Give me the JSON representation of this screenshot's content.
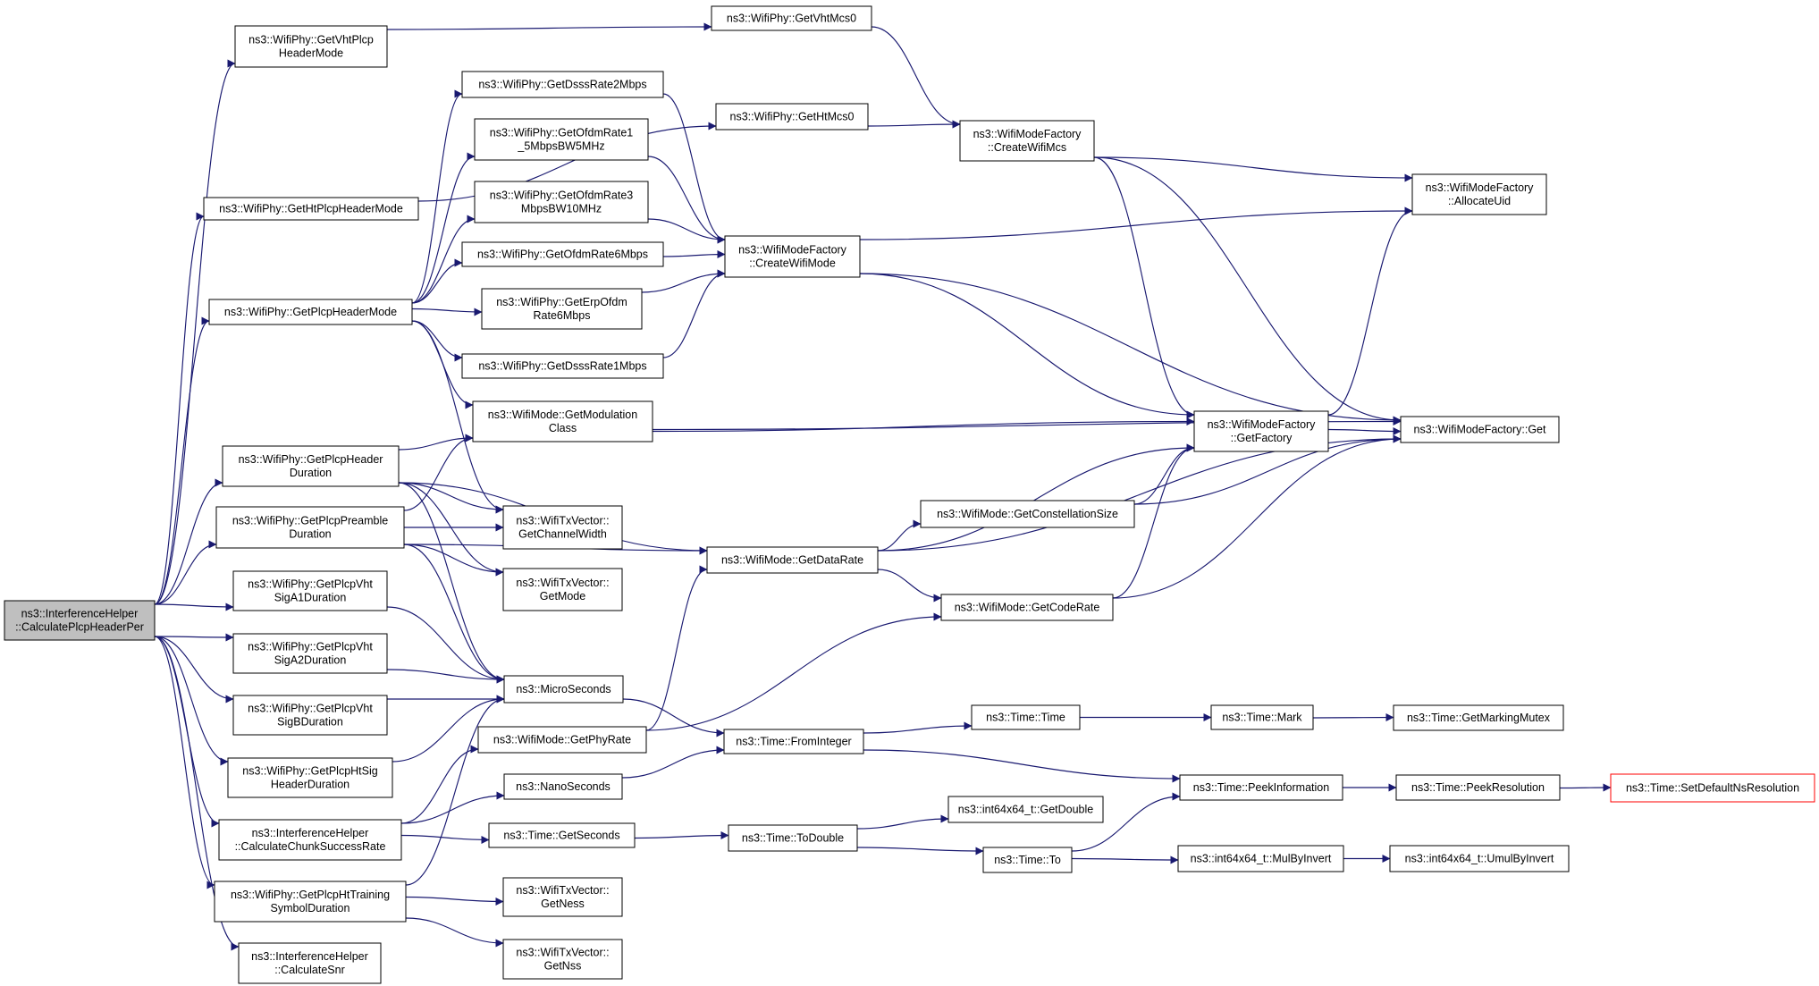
{
  "colors": {
    "edge": "#191970",
    "root_fill": "#bfbfbf",
    "truncated_border": "#ff0000"
  },
  "nodes": [
    {
      "id": "root",
      "lines": [
        "ns3::InterferenceHelper",
        "::CalculatePlcpHeaderPer"
      ],
      "style": "root"
    },
    {
      "id": "getVhtPlcpHeaderMode",
      "lines": [
        "ns3::WifiPhy::GetVhtPlcp",
        "HeaderMode"
      ]
    },
    {
      "id": "getHtPlcpHeaderMode",
      "lines": [
        "ns3::WifiPhy::GetHtPlcpHeaderMode"
      ]
    },
    {
      "id": "getPlcpHeaderMode",
      "lines": [
        "ns3::WifiPhy::GetPlcpHeaderMode"
      ]
    },
    {
      "id": "getPlcpHeaderDuration",
      "lines": [
        "ns3::WifiPhy::GetPlcpHeader",
        "Duration"
      ]
    },
    {
      "id": "getPlcpPreambleDuration",
      "lines": [
        "ns3::WifiPhy::GetPlcpPreamble",
        "Duration"
      ]
    },
    {
      "id": "getPlcpVhtSigA1",
      "lines": [
        "ns3::WifiPhy::GetPlcpVht",
        "SigA1Duration"
      ]
    },
    {
      "id": "getPlcpVhtSigA2",
      "lines": [
        "ns3::WifiPhy::GetPlcpVht",
        "SigA2Duration"
      ]
    },
    {
      "id": "getPlcpVhtSigB",
      "lines": [
        "ns3::WifiPhy::GetPlcpVht",
        "SigBDuration"
      ]
    },
    {
      "id": "getPlcpHtSig",
      "lines": [
        "ns3::WifiPhy::GetPlcpHtSig",
        "HeaderDuration"
      ]
    },
    {
      "id": "calcChunk",
      "lines": [
        "ns3::InterferenceHelper",
        "::CalculateChunkSuccessRate"
      ]
    },
    {
      "id": "getPlcpHtTraining",
      "lines": [
        "ns3::WifiPhy::GetPlcpHtTraining",
        "SymbolDuration"
      ]
    },
    {
      "id": "calcSnr",
      "lines": [
        "ns3::InterferenceHelper",
        "::CalculateSnr"
      ]
    },
    {
      "id": "getDsss2",
      "lines": [
        "ns3::WifiPhy::GetDsssRate2Mbps"
      ]
    },
    {
      "id": "getOfdm1_5",
      "lines": [
        "ns3::WifiPhy::GetOfdmRate1",
        "_5MbpsBW5MHz"
      ]
    },
    {
      "id": "getOfdm3",
      "lines": [
        "ns3::WifiPhy::GetOfdmRate3",
        "MbpsBW10MHz"
      ]
    },
    {
      "id": "getOfdm6",
      "lines": [
        "ns3::WifiPhy::GetOfdmRate6Mbps"
      ]
    },
    {
      "id": "getErpOfdm6",
      "lines": [
        "ns3::WifiPhy::GetErpOfdm",
        "Rate6Mbps"
      ]
    },
    {
      "id": "getDsss1",
      "lines": [
        "ns3::WifiPhy::GetDsssRate1Mbps"
      ]
    },
    {
      "id": "getModulationClass",
      "lines": [
        "ns3::WifiMode::GetModulation",
        "Class"
      ]
    },
    {
      "id": "getChannelWidth",
      "lines": [
        "ns3::WifiTxVector::",
        "GetChannelWidth"
      ]
    },
    {
      "id": "txGetMode",
      "lines": [
        "ns3::WifiTxVector::",
        "GetMode"
      ]
    },
    {
      "id": "microSeconds",
      "lines": [
        "ns3::MicroSeconds"
      ]
    },
    {
      "id": "getPhyRate",
      "lines": [
        "ns3::WifiMode::GetPhyRate"
      ]
    },
    {
      "id": "nanoSeconds",
      "lines": [
        "ns3::NanoSeconds"
      ]
    },
    {
      "id": "timeGetSeconds",
      "lines": [
        "ns3::Time::GetSeconds"
      ]
    },
    {
      "id": "getNess",
      "lines": [
        "ns3::WifiTxVector::",
        "GetNess"
      ]
    },
    {
      "id": "getNss",
      "lines": [
        "ns3::WifiTxVector::",
        "GetNss"
      ]
    },
    {
      "id": "getVhtMcs0",
      "lines": [
        "ns3::WifiPhy::GetVhtMcs0"
      ]
    },
    {
      "id": "getHtMcs0",
      "lines": [
        "ns3::WifiPhy::GetHtMcs0"
      ]
    },
    {
      "id": "createWifiMode",
      "lines": [
        "ns3::WifiModeFactory",
        "::CreateWifiMode"
      ]
    },
    {
      "id": "getDataRate",
      "lines": [
        "ns3::WifiMode::GetDataRate"
      ]
    },
    {
      "id": "fromInteger",
      "lines": [
        "ns3::Time::FromInteger"
      ]
    },
    {
      "id": "toDouble",
      "lines": [
        "ns3::Time::ToDouble"
      ]
    },
    {
      "id": "createWifiMcs",
      "lines": [
        "ns3::WifiModeFactory",
        "::CreateWifiMcs"
      ]
    },
    {
      "id": "getConstellationSize",
      "lines": [
        "ns3::WifiMode::GetConstellationSize"
      ]
    },
    {
      "id": "getCodeRate",
      "lines": [
        "ns3::WifiMode::GetCodeRate"
      ]
    },
    {
      "id": "timeTime",
      "lines": [
        "ns3::Time::Time"
      ]
    },
    {
      "id": "getDoubleI64",
      "lines": [
        "ns3::int64x64_t::GetDouble"
      ]
    },
    {
      "id": "timeTo",
      "lines": [
        "ns3::Time::To"
      ]
    },
    {
      "id": "getFactory",
      "lines": [
        "ns3::WifiModeFactory",
        "::GetFactory"
      ]
    },
    {
      "id": "timeMark",
      "lines": [
        "ns3::Time::Mark"
      ]
    },
    {
      "id": "peekInformation",
      "lines": [
        "ns3::Time::PeekInformation"
      ]
    },
    {
      "id": "mulByInvert",
      "lines": [
        "ns3::int64x64_t::MulByInvert"
      ]
    },
    {
      "id": "allocateUid",
      "lines": [
        "ns3::WifiModeFactory",
        "::AllocateUid"
      ]
    },
    {
      "id": "factoryGet",
      "lines": [
        "ns3::WifiModeFactory::Get"
      ]
    },
    {
      "id": "getMarkingMutex",
      "lines": [
        "ns3::Time::GetMarkingMutex"
      ]
    },
    {
      "id": "peekResolution",
      "lines": [
        "ns3::Time::PeekResolution"
      ]
    },
    {
      "id": "umulByInvert",
      "lines": [
        "ns3::int64x64_t::UmulByInvert"
      ]
    },
    {
      "id": "setDefaultNsResolution",
      "lines": [
        "ns3::Time::SetDefaultNsResolution"
      ],
      "style": "trunc"
    }
  ],
  "edges": [
    [
      "root",
      "getVhtPlcpHeaderMode"
    ],
    [
      "root",
      "getHtPlcpHeaderMode"
    ],
    [
      "root",
      "getPlcpHeaderMode"
    ],
    [
      "root",
      "getPlcpHeaderDuration"
    ],
    [
      "root",
      "getPlcpPreambleDuration"
    ],
    [
      "root",
      "getPlcpVhtSigA1"
    ],
    [
      "root",
      "getPlcpVhtSigA2"
    ],
    [
      "root",
      "getPlcpVhtSigB"
    ],
    [
      "root",
      "getPlcpHtSig"
    ],
    [
      "root",
      "calcChunk"
    ],
    [
      "root",
      "getPlcpHtTraining"
    ],
    [
      "root",
      "calcSnr"
    ],
    [
      "getVhtPlcpHeaderMode",
      "getVhtMcs0"
    ],
    [
      "getHtPlcpHeaderMode",
      "getHtMcs0"
    ],
    [
      "getPlcpHeaderMode",
      "getDsss2"
    ],
    [
      "getPlcpHeaderMode",
      "getOfdm1_5"
    ],
    [
      "getPlcpHeaderMode",
      "getOfdm3"
    ],
    [
      "getPlcpHeaderMode",
      "getOfdm6"
    ],
    [
      "getPlcpHeaderMode",
      "getErpOfdm6"
    ],
    [
      "getPlcpHeaderMode",
      "getDsss1"
    ],
    [
      "getPlcpHeaderMode",
      "getModulationClass"
    ],
    [
      "getPlcpHeaderMode",
      "getChannelWidth"
    ],
    [
      "getPlcpHeaderDuration",
      "getModulationClass"
    ],
    [
      "getPlcpHeaderDuration",
      "getChannelWidth"
    ],
    [
      "getPlcpHeaderDuration",
      "txGetMode"
    ],
    [
      "getPlcpHeaderDuration",
      "microSeconds"
    ],
    [
      "getPlcpHeaderDuration",
      "getDataRate"
    ],
    [
      "getPlcpPreambleDuration",
      "getModulationClass"
    ],
    [
      "getPlcpPreambleDuration",
      "getChannelWidth"
    ],
    [
      "getPlcpPreambleDuration",
      "txGetMode"
    ],
    [
      "getPlcpPreambleDuration",
      "microSeconds"
    ],
    [
      "getPlcpPreambleDuration",
      "getDataRate"
    ],
    [
      "getPlcpVhtSigA1",
      "microSeconds"
    ],
    [
      "getPlcpVhtSigA2",
      "microSeconds"
    ],
    [
      "getPlcpVhtSigB",
      "microSeconds"
    ],
    [
      "getPlcpHtSig",
      "microSeconds"
    ],
    [
      "calcChunk",
      "getPhyRate"
    ],
    [
      "calcChunk",
      "nanoSeconds"
    ],
    [
      "calcChunk",
      "timeGetSeconds"
    ],
    [
      "getPlcpHtTraining",
      "microSeconds"
    ],
    [
      "getPlcpHtTraining",
      "getNess"
    ],
    [
      "getPlcpHtTraining",
      "getNss"
    ],
    [
      "getDsss2",
      "createWifiMode"
    ],
    [
      "getOfdm1_5",
      "createWifiMode"
    ],
    [
      "getOfdm3",
      "createWifiMode"
    ],
    [
      "getOfdm6",
      "createWifiMode"
    ],
    [
      "getErpOfdm6",
      "createWifiMode"
    ],
    [
      "getDsss1",
      "createWifiMode"
    ],
    [
      "getModulationClass",
      "getFactory"
    ],
    [
      "getModulationClass",
      "factoryGet"
    ],
    [
      "microSeconds",
      "fromInteger"
    ],
    [
      "nanoSeconds",
      "fromInteger"
    ],
    [
      "getPhyRate",
      "getDataRate"
    ],
    [
      "getPhyRate",
      "getCodeRate"
    ],
    [
      "timeGetSeconds",
      "toDouble"
    ],
    [
      "getVhtMcs0",
      "createWifiMcs"
    ],
    [
      "getHtMcs0",
      "createWifiMcs"
    ],
    [
      "createWifiMode",
      "allocateUid"
    ],
    [
      "createWifiMode",
      "getFactory"
    ],
    [
      "createWifiMode",
      "factoryGet"
    ],
    [
      "createWifiMcs",
      "allocateUid"
    ],
    [
      "createWifiMcs",
      "getFactory"
    ],
    [
      "createWifiMcs",
      "factoryGet"
    ],
    [
      "getDataRate",
      "getFactory"
    ],
    [
      "getDataRate",
      "getConstellationSize"
    ],
    [
      "getDataRate",
      "getCodeRate"
    ],
    [
      "getDataRate",
      "factoryGet"
    ],
    [
      "getConstellationSize",
      "getFactory"
    ],
    [
      "getConstellationSize",
      "factoryGet"
    ],
    [
      "getCodeRate",
      "getFactory"
    ],
    [
      "getCodeRate",
      "factoryGet"
    ],
    [
      "fromInteger",
      "timeTime"
    ],
    [
      "fromInteger",
      "peekInformation"
    ],
    [
      "toDouble",
      "getDoubleI64"
    ],
    [
      "toDouble",
      "timeTo"
    ],
    [
      "timeTo",
      "peekInformation"
    ],
    [
      "timeTo",
      "mulByInvert"
    ],
    [
      "getFactory",
      "allocateUid"
    ],
    [
      "getFactory",
      "factoryGet"
    ],
    [
      "timeTime",
      "timeMark"
    ],
    [
      "timeMark",
      "getMarkingMutex"
    ],
    [
      "peekInformation",
      "peekResolution"
    ],
    [
      "peekResolution",
      "setDefaultNsResolution"
    ],
    [
      "mulByInvert",
      "umulByInvert"
    ]
  ]
}
